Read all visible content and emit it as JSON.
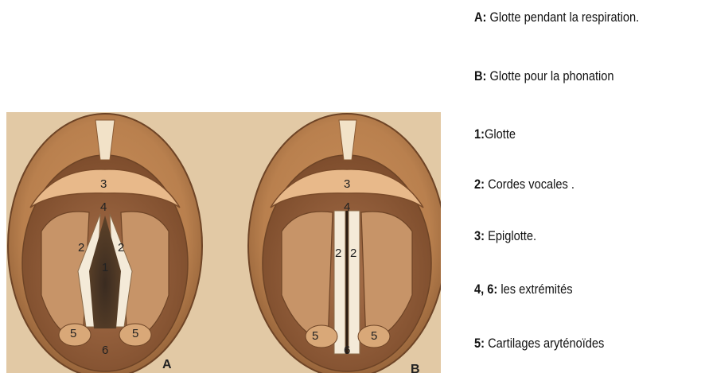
{
  "figure": {
    "panel_a": {
      "letter": "A",
      "numbers": {
        "n3": "3",
        "n4": "4",
        "n2_left": "2",
        "n2_right": "2",
        "n1": "1",
        "n5_left": "5",
        "n5_right": "5",
        "n6": "6"
      }
    },
    "panel_b": {
      "letter": "B",
      "numbers": {
        "n3": "3",
        "n4": "4",
        "n2_left": "2",
        "n2_right": "2",
        "n5_left": "5",
        "n5_right": "5",
        "n6": "6"
      }
    }
  },
  "legend": [
    {
      "key": "A:",
      "text": " Glotte pendant la respiration."
    },
    {
      "key": "B:",
      "text": " Glotte pour la phonation"
    },
    {
      "key": "1:",
      "text": "Glotte"
    },
    {
      "key": "2:",
      "text": " Cordes vocales ."
    },
    {
      "key": "3:",
      "text": " Epiglotte."
    },
    {
      "key": "4, 6:",
      "text": " les extrémités"
    },
    {
      "key": "5:",
      "text": " Cartilages aryténoïdes"
    }
  ]
}
